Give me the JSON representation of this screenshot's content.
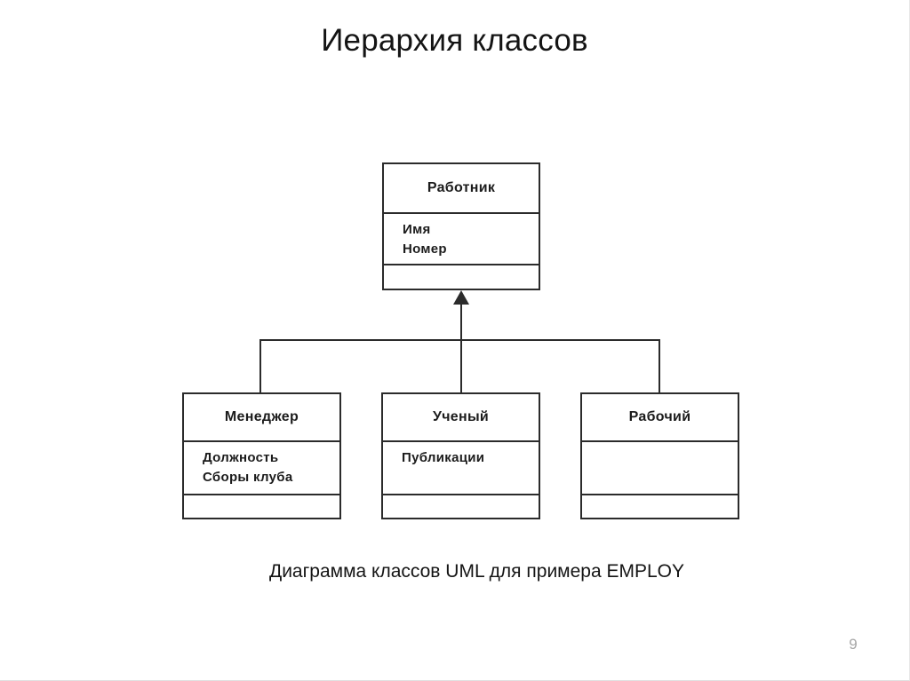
{
  "slide": {
    "title": "Иерархия классов",
    "caption": "Диаграмма классов UML для примера EMPLOY",
    "page_number": "9"
  },
  "diagram": {
    "type": "uml-class-diagram",
    "relationship": "inheritance",
    "parent": {
      "name": "Работник",
      "attributes": [
        "Имя",
        "Номер"
      ]
    },
    "children": [
      {
        "name": "Менеджер",
        "attributes": [
          "Должность",
          "Сборы клуба"
        ]
      },
      {
        "name": "Ученый",
        "attributes": [
          "Публикации"
        ]
      },
      {
        "name": "Рабочий",
        "attributes": []
      }
    ]
  },
  "colors": {
    "line": "#2b2b2b",
    "text": "#1c1c1c",
    "page_number": "#a6a6a6",
    "background": "#ffffff"
  }
}
